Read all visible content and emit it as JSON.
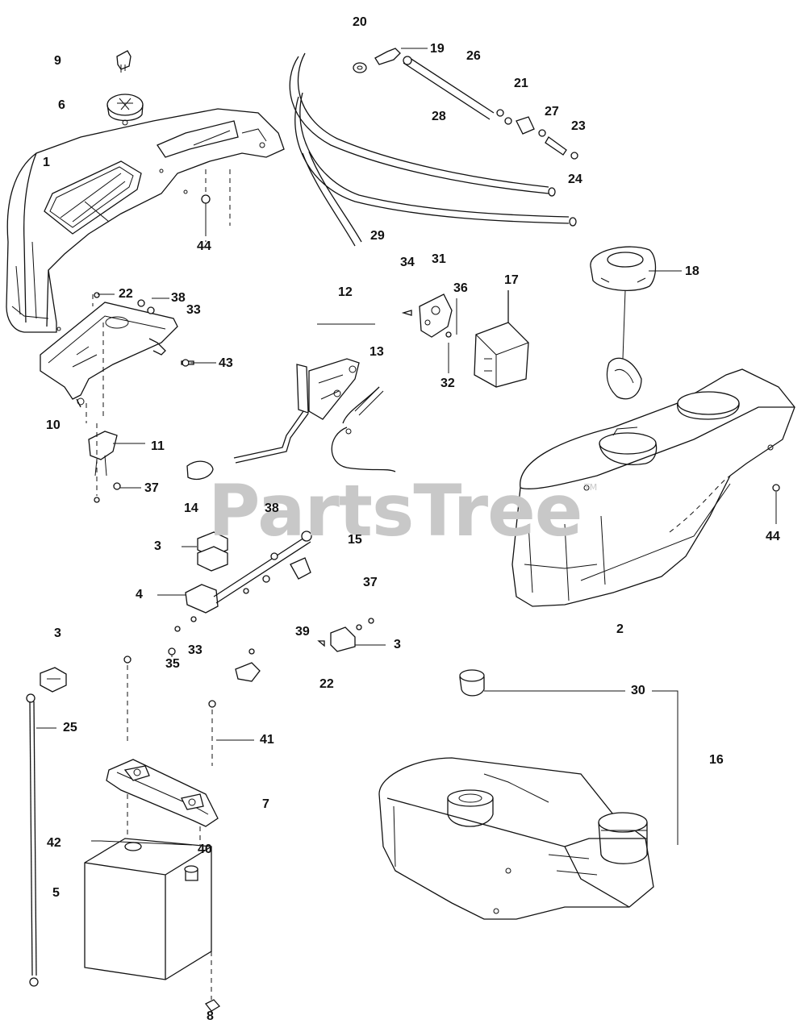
{
  "watermark": {
    "text": "PartsTree",
    "trademark": "TM"
  },
  "callouts": [
    {
      "id": "c9",
      "label": "9"
    },
    {
      "id": "c6",
      "label": "6"
    },
    {
      "id": "c1",
      "label": "1"
    },
    {
      "id": "c44a",
      "label": "44"
    },
    {
      "id": "c22a",
      "label": "22"
    },
    {
      "id": "c38a",
      "label": "38"
    },
    {
      "id": "c33a",
      "label": "33"
    },
    {
      "id": "c43",
      "label": "43"
    },
    {
      "id": "c10",
      "label": "10"
    },
    {
      "id": "c11",
      "label": "11"
    },
    {
      "id": "c37a",
      "label": "37"
    },
    {
      "id": "c20",
      "label": "20"
    },
    {
      "id": "c19",
      "label": "19"
    },
    {
      "id": "c26",
      "label": "26"
    },
    {
      "id": "c21",
      "label": "21"
    },
    {
      "id": "c28",
      "label": "28"
    },
    {
      "id": "c27",
      "label": "27"
    },
    {
      "id": "c23",
      "label": "23"
    },
    {
      "id": "c24",
      "label": "24"
    },
    {
      "id": "c29",
      "label": "29"
    },
    {
      "id": "c34",
      "label": "34"
    },
    {
      "id": "c31",
      "label": "31"
    },
    {
      "id": "c12",
      "label": "12"
    },
    {
      "id": "c36",
      "label": "36"
    },
    {
      "id": "c17",
      "label": "17"
    },
    {
      "id": "c32",
      "label": "32"
    },
    {
      "id": "c18",
      "label": "18"
    },
    {
      "id": "c13",
      "label": "13"
    },
    {
      "id": "c14",
      "label": "14"
    },
    {
      "id": "c38b",
      "label": "38"
    },
    {
      "id": "c15",
      "label": "15"
    },
    {
      "id": "c3a",
      "label": "3"
    },
    {
      "id": "c4",
      "label": "4"
    },
    {
      "id": "c37b",
      "label": "37"
    },
    {
      "id": "c44b",
      "label": "44"
    },
    {
      "id": "c2",
      "label": "2"
    },
    {
      "id": "c3b",
      "label": "3"
    },
    {
      "id": "c39",
      "label": "39"
    },
    {
      "id": "c3c",
      "label": "3"
    },
    {
      "id": "c33b",
      "label": "33"
    },
    {
      "id": "c35",
      "label": "35"
    },
    {
      "id": "c22b",
      "label": "22"
    },
    {
      "id": "c30",
      "label": "30"
    },
    {
      "id": "c25",
      "label": "25"
    },
    {
      "id": "c41",
      "label": "41"
    },
    {
      "id": "c16",
      "label": "16"
    },
    {
      "id": "c7",
      "label": "7"
    },
    {
      "id": "c42",
      "label": "42"
    },
    {
      "id": "c40",
      "label": "40"
    },
    {
      "id": "c5",
      "label": "5"
    },
    {
      "id": "c8",
      "label": "8"
    }
  ]
}
